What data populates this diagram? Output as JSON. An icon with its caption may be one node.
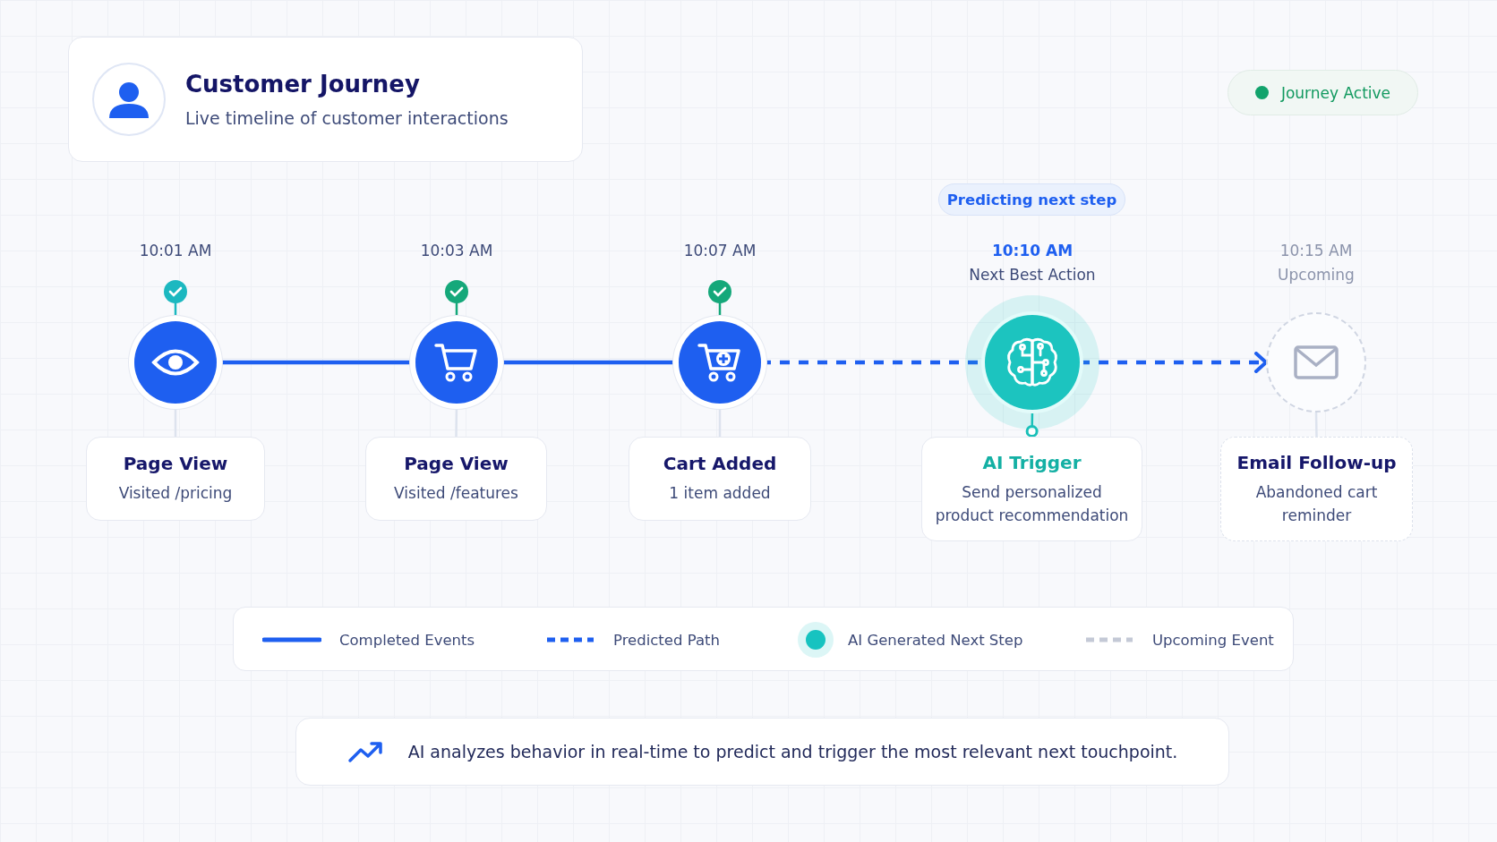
{
  "diagram": {
    "nodes": [
      {
        "text": [
          "Customer Journey",
          "Live timeline of customer interactions"
        ]
      },
      {
        "text": [
          "Journey Active"
        ]
      },
      {
        "text": [
          "Predicting next step"
        ]
      },
      {
        "text": [],
        "shape": "circle"
      },
      {
        "text": [],
        "shape": "circle"
      },
      {
        "text": [],
        "shape": "circle"
      },
      {
        "text": [],
        "shape": "circle",
        "beside": [
          "10:10 AM",
          "Next Best Action"
        ]
      },
      {
        "text": [],
        "shape": "circle",
        "beside": [
          "10:15 AM",
          "Upcoming"
        ]
      },
      {
        "text": [
          "Page View",
          "Visited /pricing"
        ]
      },
      {
        "text": [
          "Page View",
          "Visited /features"
        ]
      },
      {
        "text": [
          "Cart Added",
          "1 item added"
        ]
      },
      {
        "text": [
          "AI Trigger",
          "Send personalized product recommendation"
        ]
      },
      {
        "text": [
          "Email Follow-up",
          "Abandoned cart reminder"
        ]
      },
      {
        "text": [
          "AI analyzes behavior in real-time to predict and trigger the most relevant next touchpoint."
        ]
      }
    ],
    "edges": [
      {
        "from": 3,
        "to": 4,
        "arrow": "none"
      },
      {
        "from": 4,
        "to": 5,
        "arrow": "none"
      },
      {
        "from": 5,
        "to": 6,
        "arrow": "none",
        "style": "dashed"
      },
      {
        "from": 6,
        "to": 7,
        "arrow": "to",
        "style": "dashed"
      },
      {
        "from": 3,
        "to": 8,
        "arrow": "none",
        "color": "#dde3ee"
      },
      {
        "from": 4,
        "to": 9,
        "arrow": "none",
        "color": "#dde3ee"
      },
      {
        "from": 5,
        "to": 10,
        "arrow": "none",
        "color": "#dde3ee"
      },
      {
        "from": 6,
        "to": 11,
        "arrow": "other",
        "color": "#19bfb8"
      },
      {
        "from": 7,
        "to": 12,
        "arrow": "none",
        "color": "#dde3ee"
      }
    ],
    "labels": [
      "10:01 AM",
      "10:03 AM",
      "10:07 AM"
    ],
    "legend": [
      {
        "text": "Completed Events"
      },
      {
        "text": "Predicted Path"
      },
      {
        "text": "AI Generated Next Step",
        "color": "#17c3c0"
      },
      {
        "text": "Upcoming Event"
      }
    ]
  }
}
